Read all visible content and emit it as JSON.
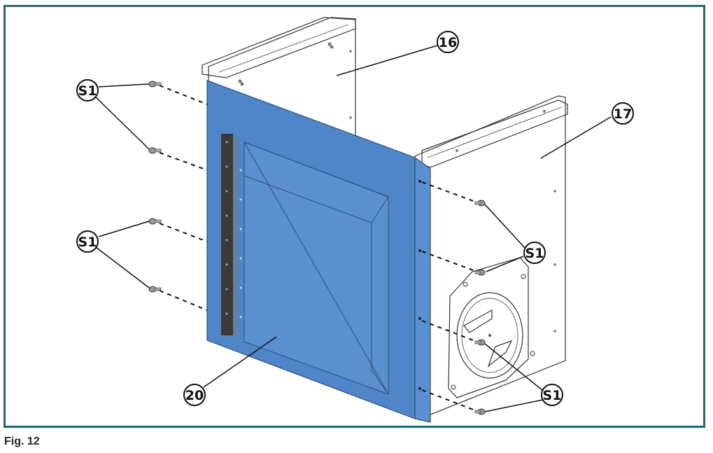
{
  "figure": {
    "caption": "Fig. 12"
  },
  "callouts": {
    "part_16": "16",
    "part_17": "17",
    "part_20": "20",
    "screw_s1": "S1"
  },
  "colors": {
    "frame": "#1f6b7a",
    "panel_fill": "#4e86c9",
    "hinge": "#3a3a3a"
  }
}
